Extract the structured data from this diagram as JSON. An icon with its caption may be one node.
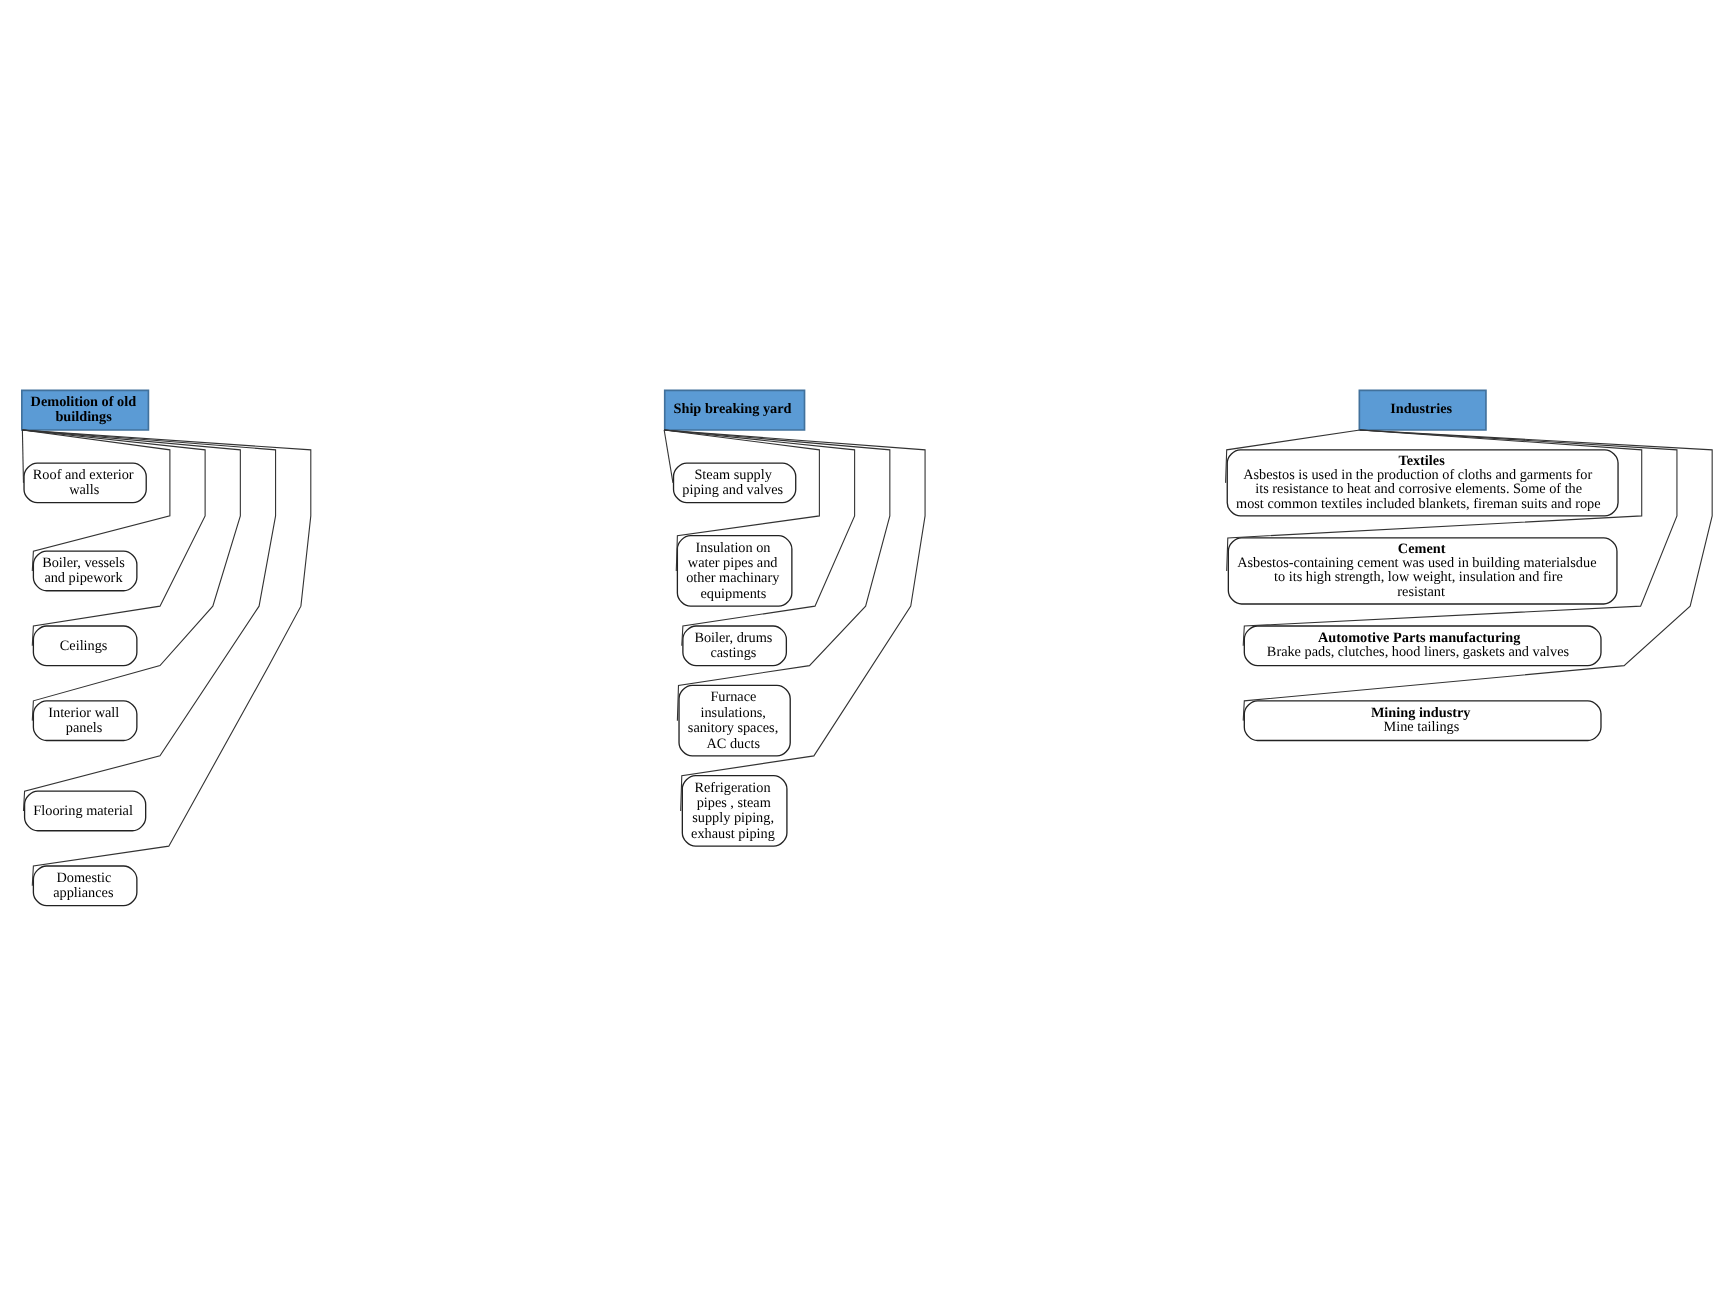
{
  "diagram": {
    "nodes": [
      {
        "text": [
          "Demolition of old buildings"
        ]
      },
      {
        "text": [
          "Roof and exterior walls"
        ]
      },
      {
        "text": [
          "Boiler, vessels and pipework"
        ]
      },
      {
        "text": [
          "Ceilings"
        ]
      },
      {
        "text": [
          "Interior wall panels"
        ]
      },
      {
        "text": [
          "Flooring material"
        ]
      },
      {
        "text": [
          "Domestic appliances"
        ]
      },
      {
        "text": [
          "Ship breaking yard"
        ]
      },
      {
        "text": [
          "Steam supply piping and valves"
        ]
      },
      {
        "text": [
          "Insulation on water pipes and other machinary equipments"
        ]
      },
      {
        "text": [
          "Boiler, drums castings"
        ]
      },
      {
        "text": [
          "Furnace insulations, sanitory spaces, AC ducts"
        ]
      },
      {
        "text": [
          "Refrigeration pipes , steam supply piping, exhaust piping"
        ]
      },
      {
        "text": [
          "Industries"
        ]
      },
      {
        "text": [
          "Textiles",
          "Asbestos is used in the production of cloths and garments for its resistance to heat and corrosive elements. Some of the most common textiles included blankets, fireman suits and rope"
        ]
      },
      {
        "text": [
          "Cement",
          "Asbestos-containing cement was used in building materialsdue to its high strength, low weight, insulation and fire resistant"
        ]
      },
      {
        "text": [
          "Automotive Parts manufacturing",
          "Brake pads, clutches, hood liners, gaskets and valves"
        ]
      },
      {
        "text": [
          "Mining industry",
          "Mine tailings"
        ]
      }
    ],
    "edges": [
      {
        "from": 0,
        "to": 1,
        "arrow": "none"
      },
      {
        "from": 0,
        "to": 2,
        "arrow": "none"
      },
      {
        "from": 0,
        "to": 3,
        "arrow": "none"
      },
      {
        "from": 0,
        "to": 4,
        "arrow": "none"
      },
      {
        "from": 0,
        "to": 5,
        "arrow": "none"
      },
      {
        "from": 0,
        "to": 6,
        "arrow": "none"
      },
      {
        "from": 7,
        "to": 8,
        "arrow": "none"
      },
      {
        "from": 7,
        "to": 9,
        "arrow": "none"
      },
      {
        "from": 7,
        "to": 10,
        "arrow": "none"
      },
      {
        "from": 7,
        "to": 11,
        "arrow": "none"
      },
      {
        "from": 7,
        "to": 12,
        "arrow": "none"
      },
      {
        "from": 13,
        "to": 14,
        "arrow": "none"
      },
      {
        "from": 13,
        "to": 15,
        "arrow": "none"
      },
      {
        "from": 13,
        "to": 16,
        "arrow": "none"
      },
      {
        "from": 13,
        "to": 17,
        "arrow": "none"
      }
    ]
  }
}
